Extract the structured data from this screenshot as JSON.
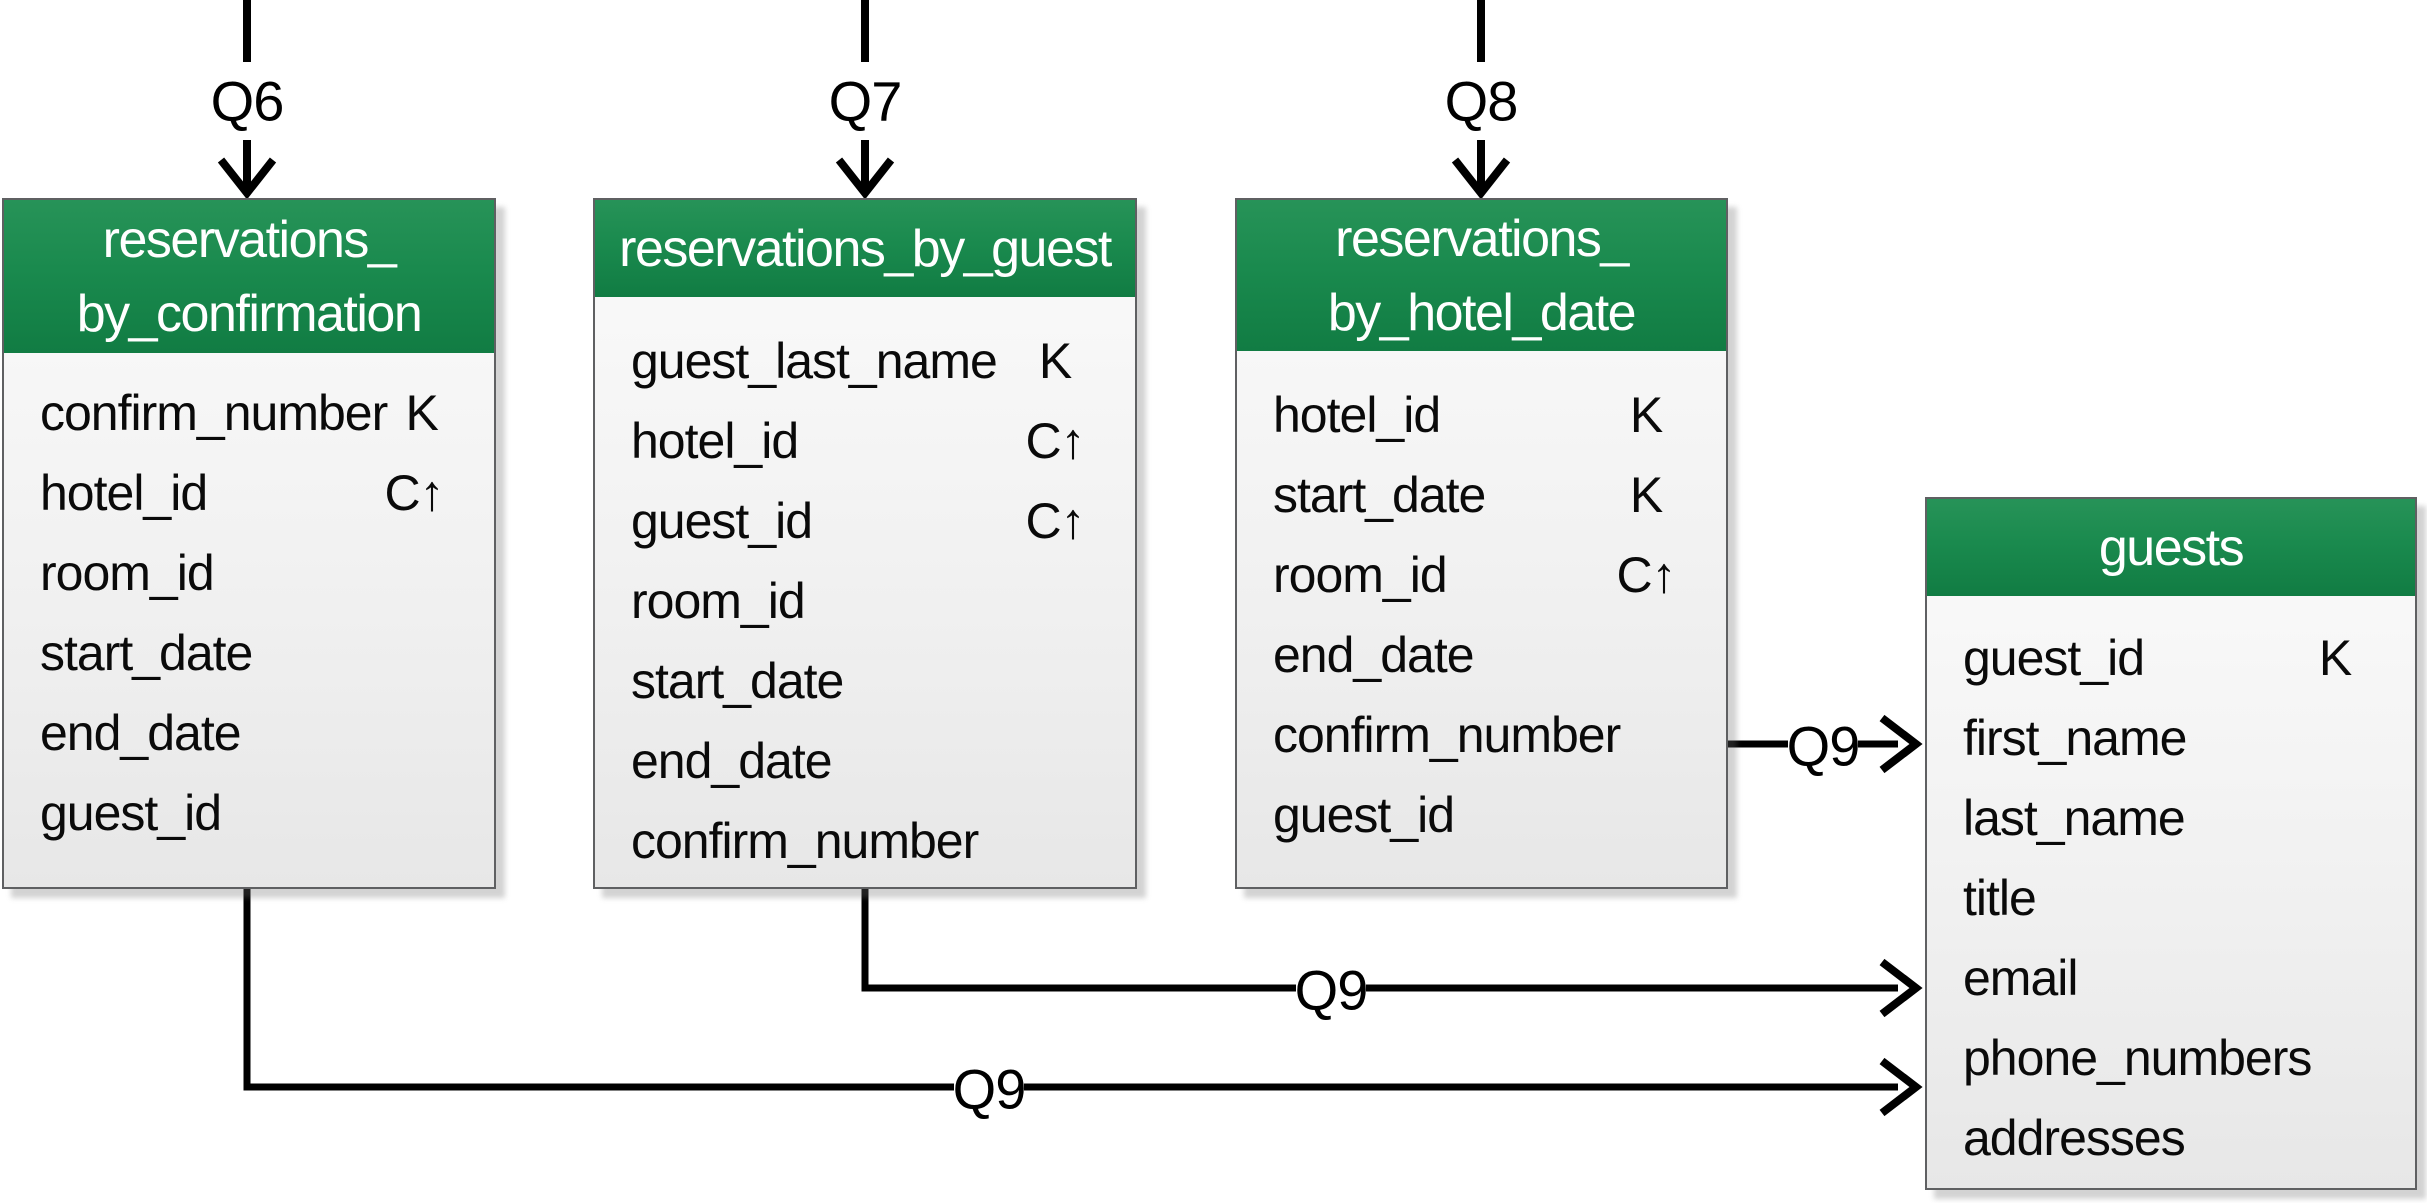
{
  "colors": {
    "header_green": "#1a8a4e",
    "table_border": "#5f6062",
    "line_black": "#000000"
  },
  "queries": {
    "q6": {
      "label": "Q6"
    },
    "q7": {
      "label": "Q7"
    },
    "q8": {
      "label": "Q8"
    },
    "q9_from_hotel_date": {
      "label": "Q9"
    },
    "q9_from_guest": {
      "label": "Q9"
    },
    "q9_from_confirmation": {
      "label": "Q9"
    }
  },
  "tables": [
    {
      "name": "reservations_by_confirmation",
      "title_lines": [
        "reservations_",
        "by_confirmation"
      ],
      "fields": [
        {
          "name": "confirm_number",
          "key": "K"
        },
        {
          "name": "hotel_id",
          "key": "C↑"
        },
        {
          "name": "room_id",
          "key": ""
        },
        {
          "name": "start_date",
          "key": ""
        },
        {
          "name": "end_date",
          "key": ""
        },
        {
          "name": "guest_id",
          "key": ""
        }
      ]
    },
    {
      "name": "reservations_by_guest",
      "title_lines": [
        "reservations_by_guest"
      ],
      "fields": [
        {
          "name": "guest_last_name",
          "key": "K"
        },
        {
          "name": "hotel_id",
          "key": "C↑"
        },
        {
          "name": "guest_id",
          "key": "C↑"
        },
        {
          "name": "room_id",
          "key": ""
        },
        {
          "name": "start_date",
          "key": ""
        },
        {
          "name": "end_date",
          "key": ""
        },
        {
          "name": "confirm_number",
          "key": ""
        }
      ]
    },
    {
      "name": "reservations_by_hotel_date",
      "title_lines": [
        "reservations_",
        "by_hotel_date"
      ],
      "fields": [
        {
          "name": "hotel_id",
          "key": "K"
        },
        {
          "name": "start_date",
          "key": "K"
        },
        {
          "name": "room_id",
          "key": "C↑"
        },
        {
          "name": "end_date",
          "key": ""
        },
        {
          "name": "confirm_number",
          "key": ""
        },
        {
          "name": "guest_id",
          "key": ""
        }
      ]
    },
    {
      "name": "guests",
      "title_lines": [
        "guests"
      ],
      "fields": [
        {
          "name": "guest_id",
          "key": "K"
        },
        {
          "name": "first_name",
          "key": ""
        },
        {
          "name": "last_name",
          "key": ""
        },
        {
          "name": "title",
          "key": ""
        },
        {
          "name": "email",
          "key": ""
        },
        {
          "name": "phone_numbers",
          "key": ""
        },
        {
          "name": "addresses",
          "key": ""
        }
      ]
    }
  ]
}
